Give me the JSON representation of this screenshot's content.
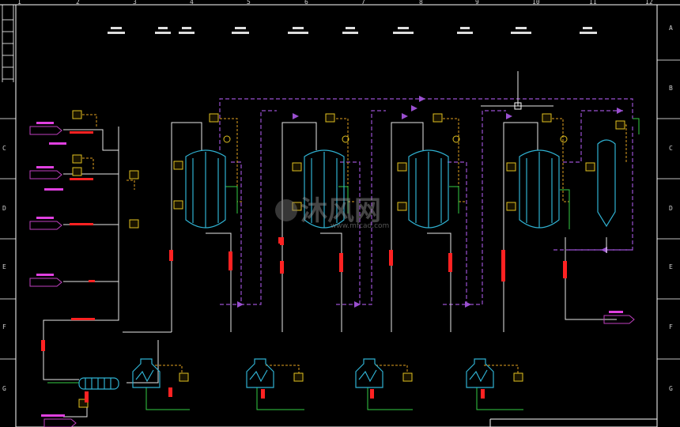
{
  "drawing": {
    "column_numbers": [
      "1",
      "2",
      "3",
      "4",
      "5",
      "6",
      "7",
      "8",
      "9",
      "10",
      "11",
      "12"
    ],
    "row_letters_left": [
      "C",
      "D",
      "E",
      "F",
      "G"
    ],
    "row_letters_right": [
      "A",
      "B",
      "C",
      "D",
      "E",
      "F",
      "G"
    ]
  },
  "watermark": {
    "text": "沐风网",
    "url": "www.mfcad.com"
  },
  "colors": {
    "background": "#000000",
    "frame": "#ffffff",
    "process_line": "#ffffff",
    "vapor_line": "#9a4fd0",
    "instrument_signal": "#e0a020",
    "cooling_water": "#33cc44",
    "equipment": "#2fb0d0",
    "valve": "#ff2222",
    "stream_tag": "#c040c0"
  },
  "equipment_icons": [
    "reactor-vessel-icon",
    "condenser-icon",
    "heat-exchanger-icon",
    "receiver-tank-icon",
    "control-valve-icon",
    "pump-icon"
  ]
}
